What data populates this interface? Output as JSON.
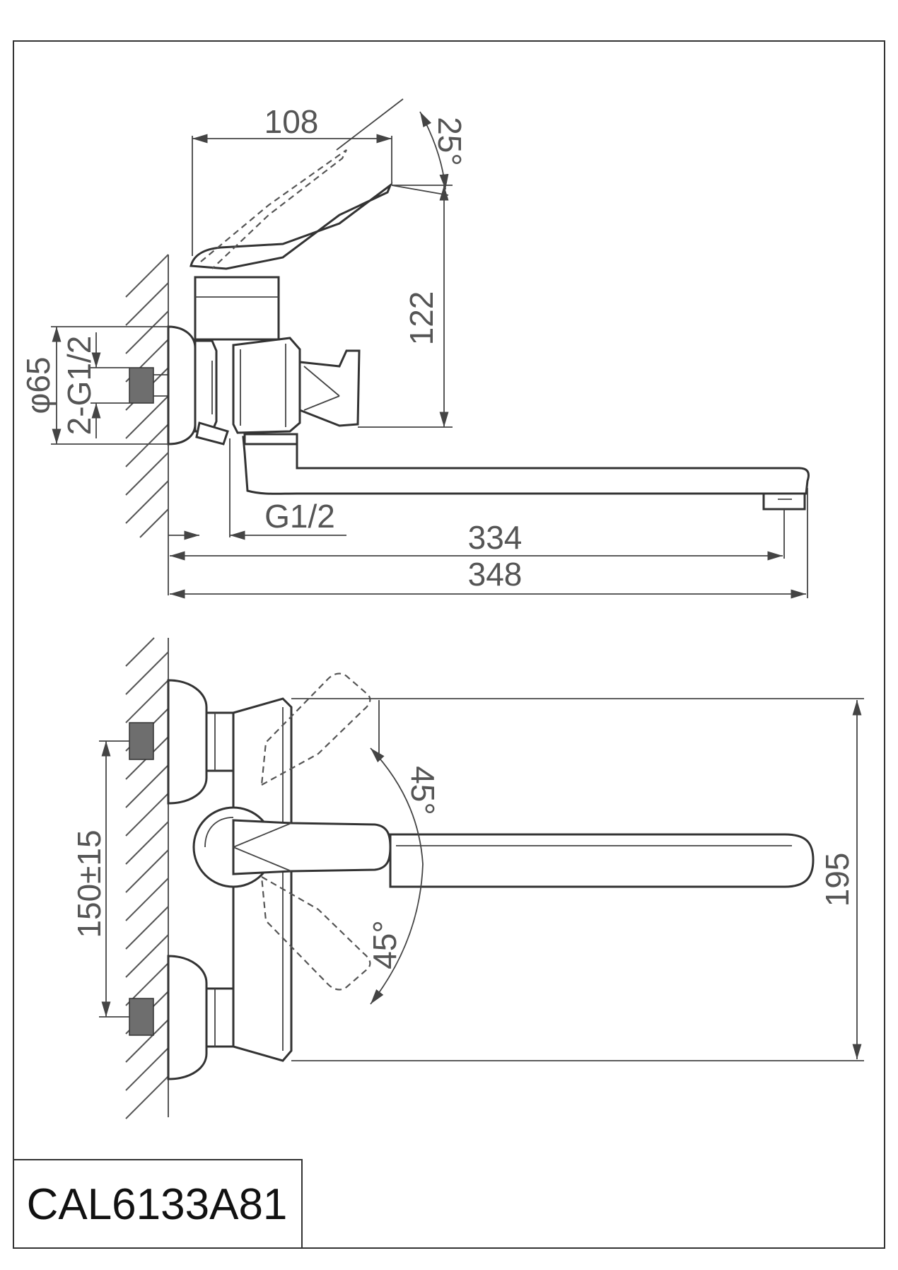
{
  "model_code": "CAL6133A81",
  "side_view": {
    "dims": {
      "handle_reach": "108",
      "handle_angle": "25°",
      "height": "122",
      "flange_diameter": "φ65",
      "inlet_thread": "2-G1/2",
      "outlet_thread": "G1/2",
      "spout_reach": "334",
      "overall_length": "348"
    }
  },
  "top_view": {
    "dims": {
      "rotation_up": "45°",
      "rotation_down": "45°",
      "center_distance": "150±15",
      "body_height": "195"
    }
  },
  "colors": {
    "line": "#444444",
    "thread": "#6e6e6e",
    "text": "#555555"
  }
}
